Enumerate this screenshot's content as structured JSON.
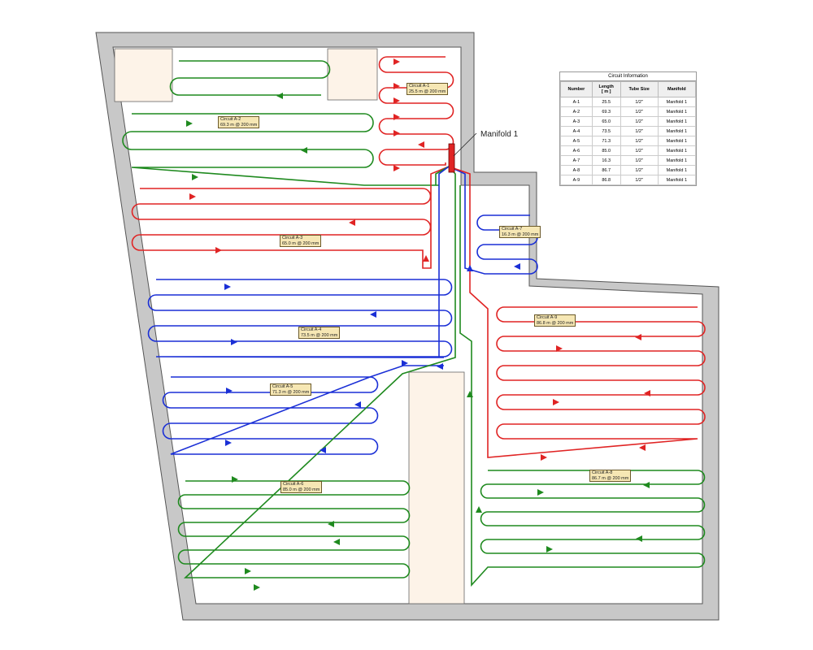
{
  "manifold": {
    "label": "Manifold 1"
  },
  "colors": {
    "red": "#e02424",
    "green": "#1f8a1f",
    "blue": "#1a2fd6",
    "wall": "#c8c8c8",
    "room": "#fdf3e8"
  },
  "circuit_labels": [
    {
      "id": "A-1",
      "name": "Circuit A-1",
      "spec": "25.5 m @ 200 mm"
    },
    {
      "id": "A-2",
      "name": "Circuit A-2",
      "spec": "69.3 m @ 200 mm"
    },
    {
      "id": "A-3",
      "name": "Circuit A-3",
      "spec": "65.0 m @ 200 mm"
    },
    {
      "id": "A-4",
      "name": "Circuit A-4",
      "spec": "73.5 m @ 200 mm"
    },
    {
      "id": "A-5",
      "name": "Circuit A-5",
      "spec": "71.3 m @ 200 mm"
    },
    {
      "id": "A-6",
      "name": "Circuit A-6",
      "spec": "85.0 m @ 200 mm"
    },
    {
      "id": "A-7",
      "name": "Circuit A-7",
      "spec": "16.3 m @ 200 mm"
    },
    {
      "id": "A-8",
      "name": "Circuit A-8",
      "spec": "86.7 m @ 200 mm"
    },
    {
      "id": "A-9",
      "name": "Circuit A-9",
      "spec": "86.8 m @ 200 mm"
    }
  ],
  "table": {
    "title": "Circuit Information",
    "headers": [
      "Number",
      "Length\n[ m ]",
      "Tube Size",
      "Manifold"
    ],
    "rows": [
      [
        "A-1",
        "25.5",
        "1/2\"",
        "Manifold 1"
      ],
      [
        "A-2",
        "69.3",
        "1/2\"",
        "Manifold 1"
      ],
      [
        "A-3",
        "65.0",
        "1/2\"",
        "Manifold 1"
      ],
      [
        "A-4",
        "73.5",
        "1/2\"",
        "Manifold 1"
      ],
      [
        "A-5",
        "71.3",
        "1/2\"",
        "Manifold 1"
      ],
      [
        "A-6",
        "85.0",
        "1/2\"",
        "Manifold 1"
      ],
      [
        "A-7",
        "16.3",
        "1/2\"",
        "Manifold 1"
      ],
      [
        "A-8",
        "86.7",
        "1/2\"",
        "Manifold 1"
      ],
      [
        "A-9",
        "86.8",
        "1/2\"",
        "Manifold 1"
      ]
    ]
  }
}
